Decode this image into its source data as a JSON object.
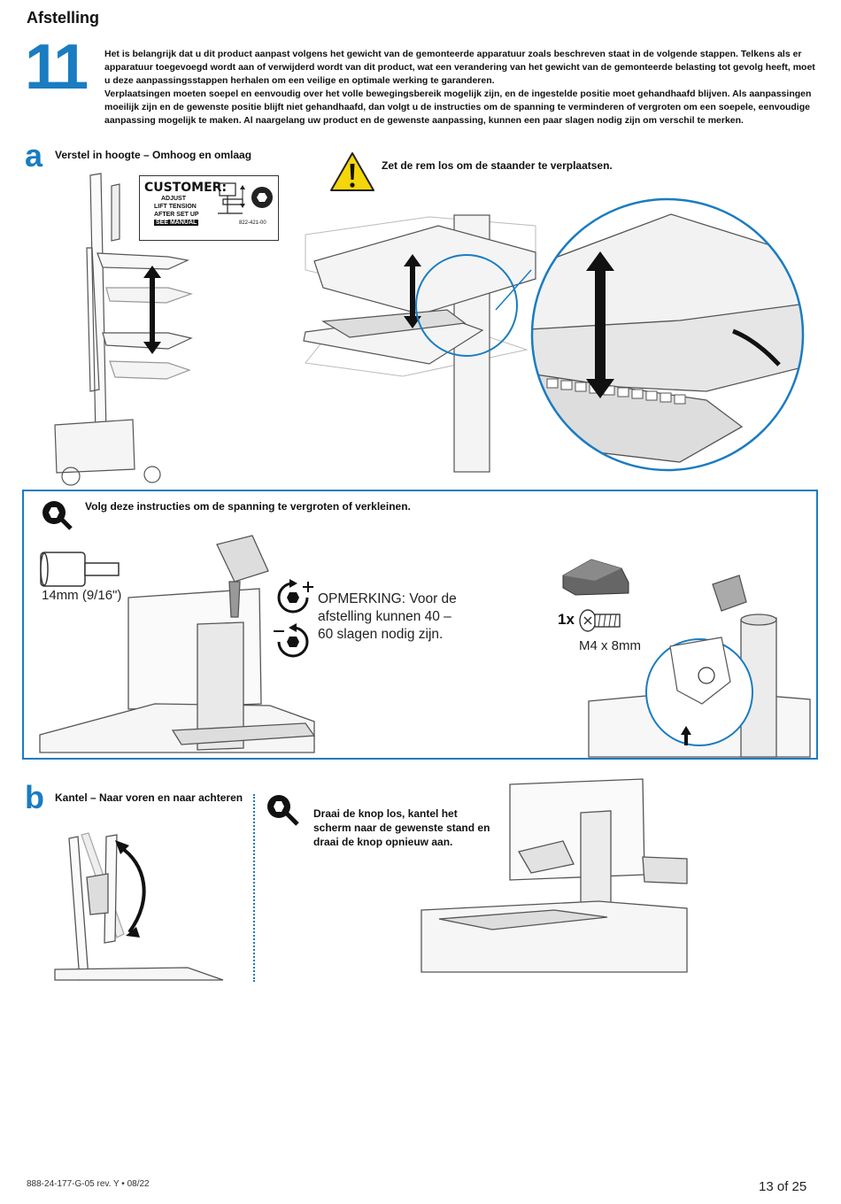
{
  "header": {
    "title": "Afstelling",
    "step_number": "11"
  },
  "intro": {
    "paragraph_1": "Het is belangrijk dat u dit product aanpast volgens het gewicht van de gemonteerde apparatuur zoals beschreven staat in de volgende stappen. Telkens als er apparatuur toegevoegd wordt aan of verwijderd wordt van dit product, wat een verandering van het gewicht van de gemonteerde belasting tot gevolg heeft, moet u deze aanpassingsstappen herhalen om een veilige en optimale werking te garanderen.",
    "paragraph_2": "Verplaatsingen moeten soepel en eenvoudig over het volle bewegingsbereik mogelijk zijn, en de ingestelde positie moet gehandhaafd blijven. Als aanpassingen moeilijk zijn en de gewenste positie blijft niet gehandhaafd, dan volgt u de instructies om de spanning te verminderen of vergroten om een soepele, eenvoudige aanpassing mogelijk te maken. Al naargelang uw product en de gewenste aanpassing, kunnen een paar slagen nodig zijn om verschil te merken."
  },
  "section_a": {
    "letter": "a",
    "title": "Verstel in hoogte – Omhoog en omlaag",
    "label": {
      "line1": "CUSTOMER:",
      "line2": "ADJUST",
      "line3": "LIFT TENSION",
      "line4": "AFTER SET UP",
      "line5": "SEE MANUAL",
      "part_no": "822-421-00"
    },
    "warning": "Zet de rem los om de staander te verplaatsen."
  },
  "tension_box": {
    "title": "Volg deze instructies om de spanning te vergroten of verkleinen.",
    "socket_size": "14mm (9/16\")",
    "note": "OPMERKING: Voor de afstelling kunnen 40 – 60 slagen nodig zijn.",
    "quantity": "1x",
    "screw_size": "M4 x 8mm"
  },
  "section_b": {
    "letter": "b",
    "title": "Kantel – Naar voren en naar achteren",
    "instruction": "Draai de knop los, kantel het scherm naar de gewenste stand en draai de knop opnieuw aan."
  },
  "footer": {
    "doc_number": "888-24-177-G-05 rev. Y • 08/22",
    "page": "13 of 25"
  },
  "colors": {
    "accent": "#1a7cc1",
    "warning": "#f5d60a"
  }
}
